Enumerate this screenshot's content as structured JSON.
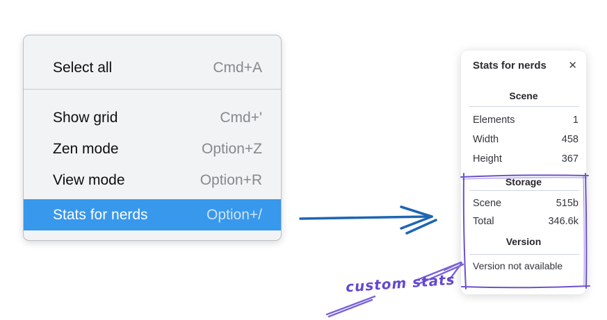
{
  "context_menu": {
    "group1": [
      {
        "label": "Select all",
        "shortcut": "Cmd+A"
      }
    ],
    "group2": [
      {
        "label": "Show grid",
        "shortcut": "Cmd+'"
      },
      {
        "label": "Zen mode",
        "shortcut": "Option+Z"
      },
      {
        "label": "View mode",
        "shortcut": "Option+R"
      },
      {
        "label": "Stats for nerds",
        "shortcut": "Option+/"
      }
    ]
  },
  "stats_panel": {
    "title": "Stats for nerds",
    "close_icon": "✕",
    "scene": {
      "header": "Scene",
      "rows": [
        {
          "label": "Elements",
          "value": "1"
        },
        {
          "label": "Width",
          "value": "458"
        },
        {
          "label": "Height",
          "value": "367"
        }
      ]
    },
    "storage": {
      "header": "Storage",
      "rows": [
        {
          "label": "Scene",
          "value": "515b"
        },
        {
          "label": "Total",
          "value": "346.6k"
        }
      ]
    },
    "version": {
      "header": "Version",
      "note": "Version not available"
    }
  },
  "annotation": {
    "label": "custom stats"
  },
  "colors": {
    "menu_highlight": "#3898ec",
    "menu_background": "#f2f3f5",
    "arrow_blue": "#1d66b4",
    "annotation_violet": "#6b51cc"
  }
}
